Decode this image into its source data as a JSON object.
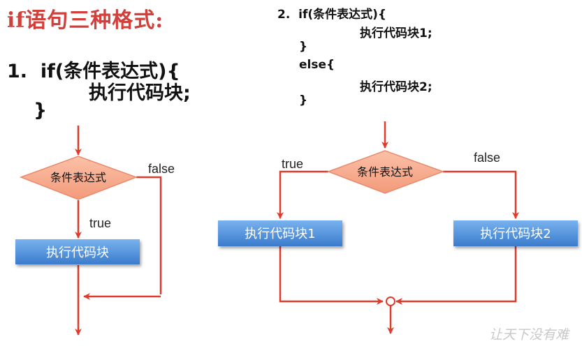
{
  "title": "if语句三种格式:",
  "format1": {
    "line1": "1.  if(条件表达式){",
    "line2": "执行代码块;",
    "line3": "}"
  },
  "format2": {
    "line1": "2.  if(条件表达式){",
    "line2": "执行代码块1;",
    "line3": "}",
    "line4": "else{",
    "line5": "执行代码块2;",
    "line6": "}"
  },
  "diagram1": {
    "condition": "条件表达式",
    "true_label": "true",
    "false_label": "false",
    "block": "执行代码块"
  },
  "diagram2": {
    "condition": "条件表达式",
    "true_label": "true",
    "false_label": "false",
    "block_true": "执行代码块1",
    "block_false": "执行代码块2"
  },
  "watermark": "让天下没有难",
  "colors": {
    "title": "#d2403c",
    "arrow": "#e03a2a",
    "diamond_fill": "#f7a98c",
    "diamond_stroke": "#e98a6e",
    "block_top": "#6ea8e8",
    "block_bottom": "#3f7fd0"
  }
}
